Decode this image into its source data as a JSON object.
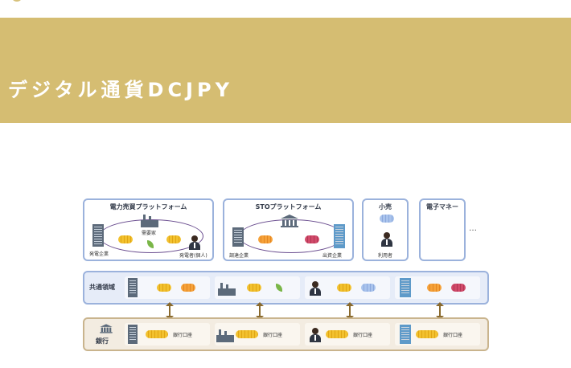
{
  "header": {
    "title": "デジタル通貨DCJPY",
    "banner_color": "#d5bd72"
  },
  "diagram": {
    "platforms": [
      {
        "title": "電力売買プラットフォーム",
        "participants": [
          "発電企業",
          "需要家",
          "発電者(個人)"
        ]
      },
      {
        "title": "STOプラットフォーム",
        "participants": [
          "調達企業",
          "出資企業"
        ]
      },
      {
        "title": "小売",
        "participants": [
          "利用者"
        ]
      },
      {
        "title": "電子マネー",
        "participants": []
      }
    ],
    "ellipsis": "…",
    "common_layer": {
      "label": "共通領域"
    },
    "bank_layer": {
      "label": "銀行",
      "accounts": [
        "銀行口座",
        "銀行口座",
        "銀行口座",
        "銀行口座"
      ]
    },
    "colors": {
      "common_fill": "#e6ecf8",
      "common_border": "#9bb2dc",
      "bank_fill": "#f3ece1",
      "bank_border": "#c9b48d",
      "arrow": "#8a6a2e",
      "coin_yellow": "#f2c12e",
      "coin_orange": "#f5a23a",
      "coin_blue": "#a9c3ec",
      "coin_red": "#d14a6a",
      "leaf": "#7ab648"
    }
  }
}
